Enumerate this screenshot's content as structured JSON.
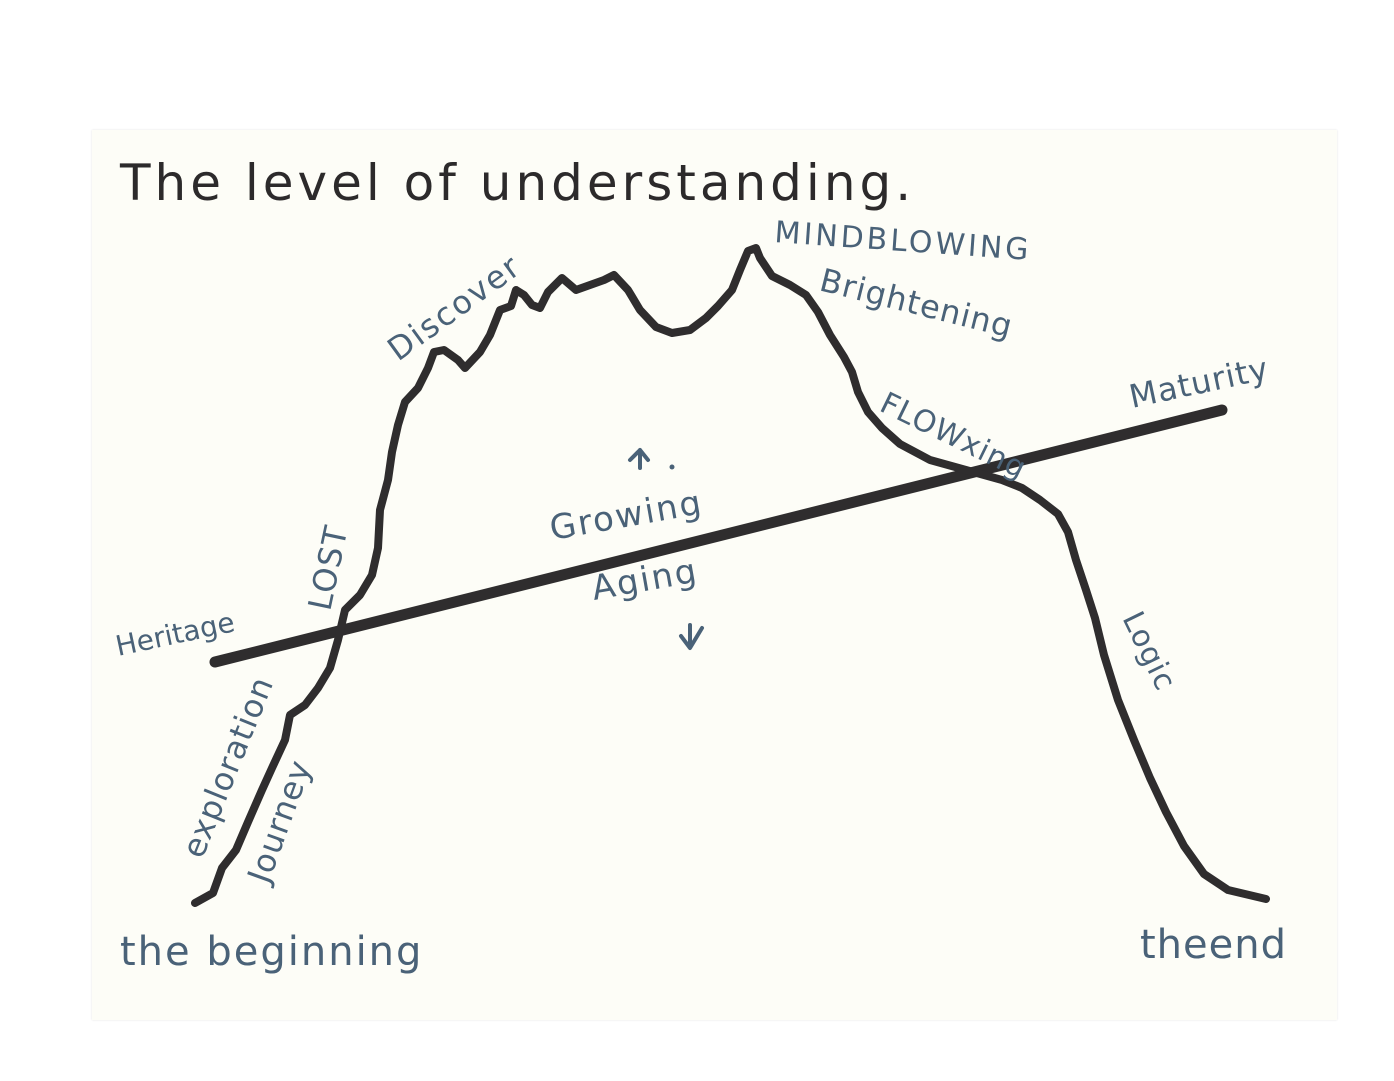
{
  "title": "The level of understanding.",
  "labels": {
    "the_beginning": "the beginning",
    "the_end": "theend",
    "heritage": "Heritage",
    "maturity": "Maturity",
    "exploration": "exploration",
    "journey": "Journey",
    "lost": "LOST",
    "discover": "Discover",
    "mindblowing": "MINDBLOWING",
    "brightening": "Brightening",
    "flowing": "FLOWxing",
    "logic": "Logic",
    "growing": "Growing",
    "aging": "Aging"
  },
  "colors": {
    "black_ink": "#2f2d2e",
    "blue_ink": "#4a6278",
    "paper": "#fdfdf7"
  }
}
